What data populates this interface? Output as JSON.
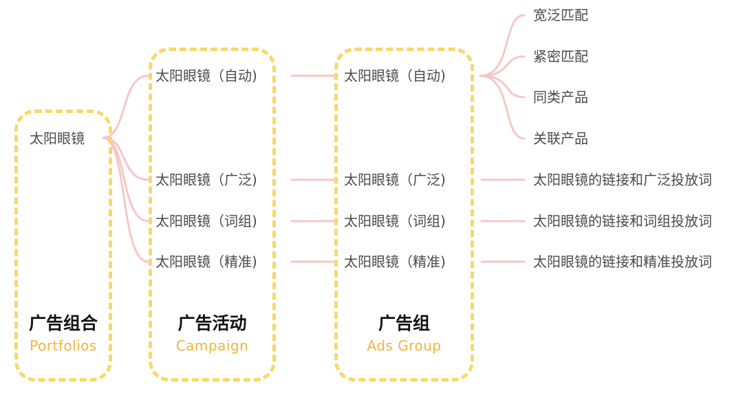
{
  "columns": {
    "portfolios": {
      "title": "广告组合",
      "subtitle": "Portfolios"
    },
    "campaign": {
      "title": "广告活动",
      "subtitle": "Campaign"
    },
    "ads_group": {
      "title": "广告组",
      "subtitle": "Ads Group"
    }
  },
  "portfolio_node": "太阳眼镜",
  "campaigns": [
    "太阳眼镜（自动)",
    "太阳眼镜（广泛)",
    "太阳眼镜（词组)",
    "太阳眼镜（精准)"
  ],
  "ad_groups": [
    "太阳眼镜（自动)",
    "太阳眼镜（广泛)",
    "太阳眼镜（词组)",
    "太阳眼镜（精准)"
  ],
  "auto_targets": [
    "宽泛匹配",
    "紧密匹配",
    "同类产品",
    "关联产品"
  ],
  "keyword_targets": [
    "太阳眼镜的链接和广泛投放词",
    "太阳眼镜的链接和词组投放词",
    "太阳眼镜的链接和精准投放词"
  ],
  "colors": {
    "frame": "#f8d86a",
    "link": "#f7c6c6",
    "subtitle": "#f0b43a",
    "node_text": "#4a4a4a"
  }
}
